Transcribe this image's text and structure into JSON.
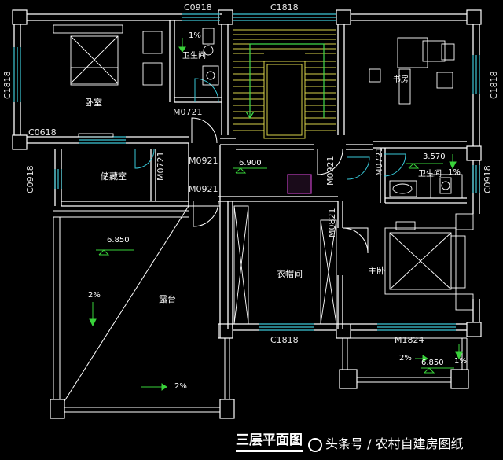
{
  "rooms": {
    "bedroom": "卧室",
    "bathroom_left": "卫生间",
    "study": "书房",
    "storage": "储藏室",
    "bathroom_right": "卫生间",
    "closet": "衣帽间",
    "master_bedroom": "主卧",
    "terrace": "露台"
  },
  "codes": {
    "c0918_top": "C0918",
    "c1818_top": "C1818",
    "c1818_left": "C1818",
    "c1818_right": "C1818",
    "m0721_bath": "M0721",
    "c0618": "C0618",
    "c0918_left": "C0918",
    "m0721_storage": "M0721",
    "m0921_upper": "M0921",
    "m0921_lower": "M0921",
    "m0921_vertical": "M0921",
    "m0721_right": "M0721",
    "c0918_right": "C0918",
    "m0821": "M0821",
    "c1818_bottom": "C1818",
    "m1824": "M1824"
  },
  "elevations": {
    "hall": "6.900",
    "terrace": "6.850",
    "balcony": "6.850",
    "bath_right": "3.570"
  },
  "slopes": {
    "bath_left": "1%",
    "bath_right": "1%",
    "terrace_left": "2%",
    "terrace_bottom": "2%",
    "balcony_left": "2%",
    "balcony_right": "1%"
  },
  "title": "三层平面图",
  "watermark": "头条号 / 农村自建房图纸",
  "colors": {
    "wall": "#ffffff",
    "window": "#3ec7d6",
    "door": "#37c8d8",
    "stair": "#d9d24a",
    "stair_arrow": "#3fd94a",
    "fixture": "#ffffff",
    "dim": "#39d23a",
    "accent": "#c040c0"
  }
}
